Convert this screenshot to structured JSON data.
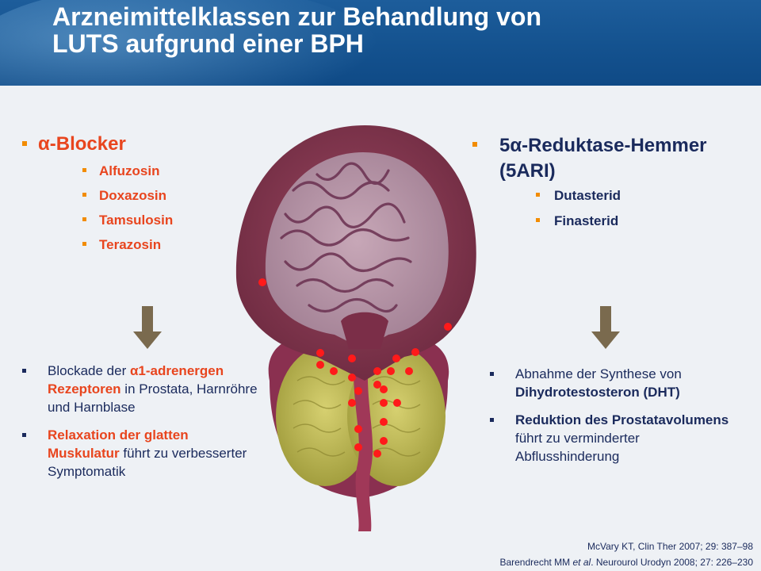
{
  "header": {
    "title_line1": "Arzneimittelklassen zur Behandlung von",
    "title_line2": "LUTS aufgrund einer BPH"
  },
  "left": {
    "heading": "α-Blocker",
    "drugs": [
      "Alfuzosin",
      "Doxazosin",
      "Tamsulosin",
      "Terazosin"
    ],
    "effects": [
      {
        "prefix": "Blockade der ",
        "highlight": "α1-adrenergen Rezeptoren",
        "suffix": " in Prostata, Harnröhre und Harnblase"
      },
      {
        "prefix": "",
        "highlight": "Relaxation der glatten Muskulatur",
        "suffix": " führt zu verbesserter Symptomatik"
      }
    ]
  },
  "right": {
    "heading_line1": "5α-Reduktase-Hemmer",
    "heading_line2": "(5ARI)",
    "drugs": [
      "Dutasterid",
      "Finasterid"
    ],
    "effects": [
      {
        "prefix": "Abnahme der Synthese von ",
        "bold": "Dihydrotestosteron (DHT)",
        "suffix": ""
      },
      {
        "prefix": "",
        "bold": "Reduktion des Prostatavolumens",
        "suffix": " führt zu verminderter Abflusshinderung"
      }
    ]
  },
  "references": {
    "ref1": "McVary KT, Clin Ther 2007; 29: 387–98",
    "ref2_a": "Barendrecht MM ",
    "ref2_etal": "et al",
    "ref2_b": ". Neurourol Urodyn 2008; 27: 226–230"
  },
  "colors": {
    "accent_orange": "#e8451e",
    "bullet_orange": "#f28c00",
    "navy": "#1a2a5c",
    "header_blue": "#14528f",
    "arrow": "#7a6a4e",
    "receptor_dot": "#ff1a1a"
  },
  "illustration": {
    "subject": "prostate and bladder cross-section with receptor dots"
  }
}
